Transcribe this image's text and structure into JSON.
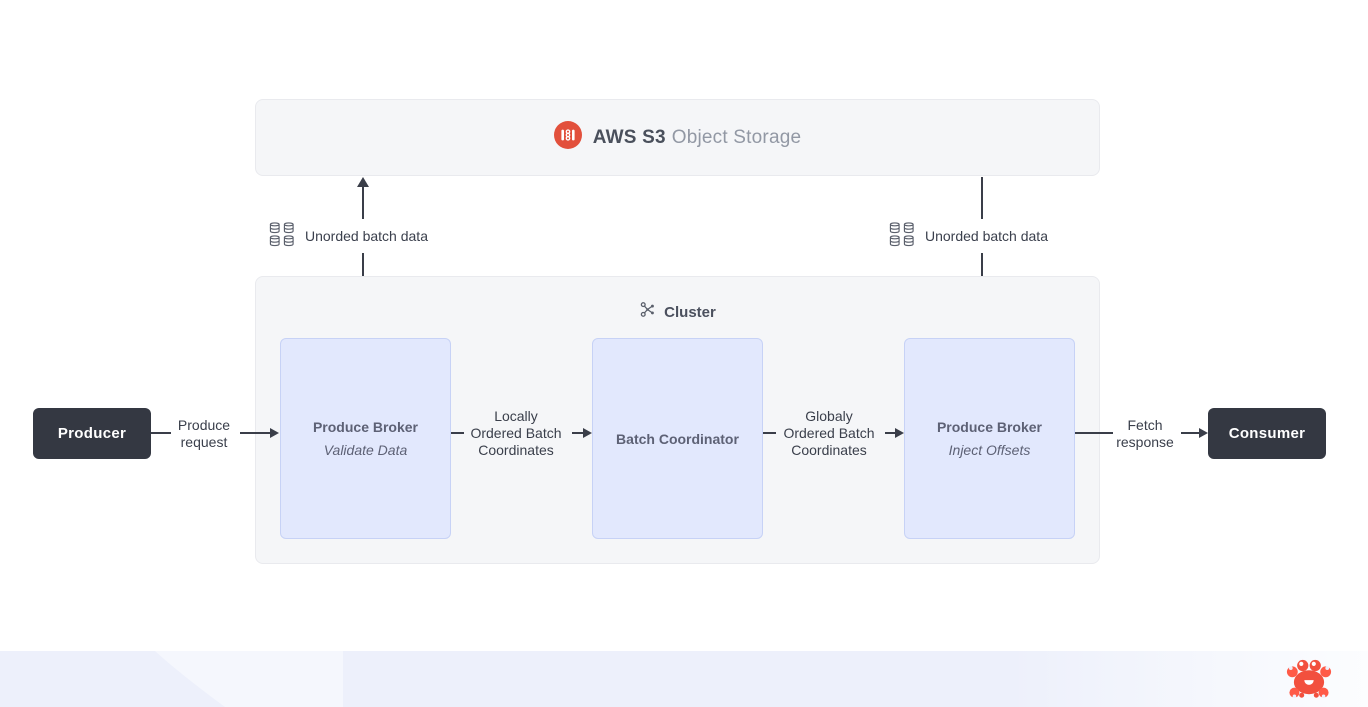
{
  "diagram": {
    "s3_panel": {
      "icon": "s3-logo-icon",
      "title_bold": "AWS S3",
      "title_light": "Object Storage"
    },
    "cluster_panel": {
      "icon": "cluster-network-icon",
      "label": "Cluster"
    },
    "nodes": {
      "producer": {
        "label": "Producer"
      },
      "consumer": {
        "label": "Consumer"
      },
      "broker_validate": {
        "title": "Produce Broker",
        "subtitle": "Validate Data"
      },
      "batch_coordinator": {
        "title": "Batch Coordinator"
      },
      "broker_inject": {
        "title": "Produce Broker",
        "subtitle": "Inject Offsets"
      }
    },
    "edges": {
      "produce_request": {
        "lines": [
          "Produce",
          "request"
        ]
      },
      "locally_ordered": {
        "lines": [
          "Locally",
          "Ordered Batch",
          "Coordinates"
        ]
      },
      "globally_ordered": {
        "lines": [
          "Globaly",
          "Ordered Batch",
          "Coordinates"
        ]
      },
      "fetch_response": {
        "lines": [
          "Fetch",
          "response"
        ]
      },
      "unordered_left": {
        "label": "Unorded batch data",
        "icon": "database-grid-icon"
      },
      "unordered_right": {
        "label": "Unorded batch data",
        "icon": "database-grid-icon"
      }
    },
    "footer": {
      "icon": "crab-icon"
    },
    "colors": {
      "s3_logo_red": "#e2503c",
      "dark_node": "#343842",
      "broker_fill": "#e2e8fd",
      "broker_border": "#c7d2f6",
      "panel_fill": "#f5f6f8",
      "panel_border": "#e9eaee",
      "arrow": "#3a3e49",
      "footer_band": "#edf0fb",
      "crab_red": "#f2503e"
    }
  }
}
